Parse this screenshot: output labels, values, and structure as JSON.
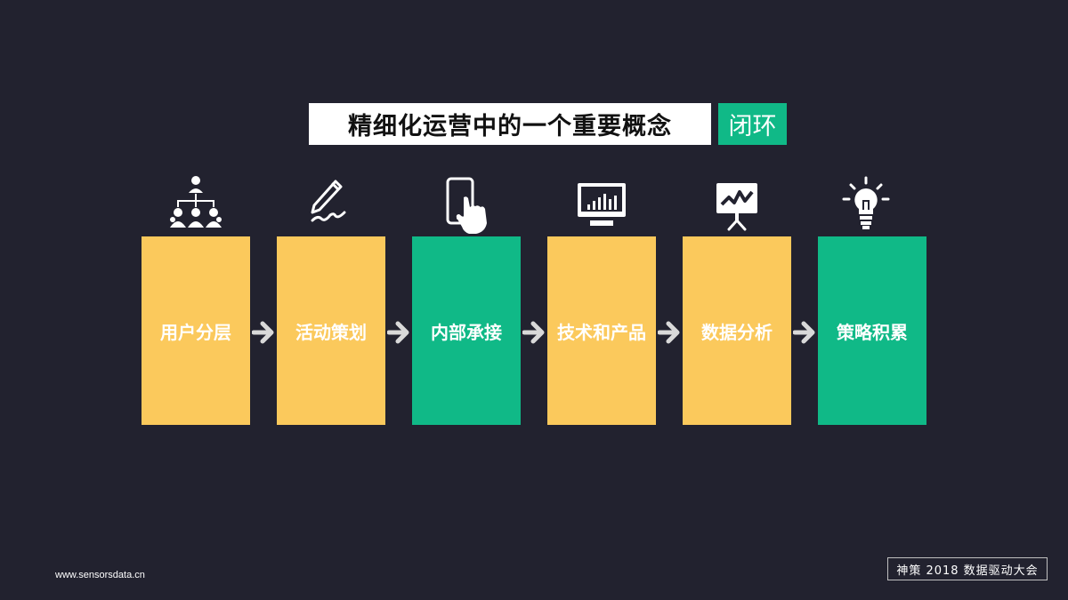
{
  "title": {
    "main": "精细化运营中的一个重要概念",
    "tag": "闭环"
  },
  "colors": {
    "background": "#22222f",
    "yellow": "#fbc95c",
    "green": "#10b987",
    "arrow": "#d9d9d9"
  },
  "steps": [
    {
      "label": "用户分层",
      "color": "#fbc95c",
      "icon": "org-chart-icon"
    },
    {
      "label": "活动策划",
      "color": "#fbc95c",
      "icon": "pen-signature-icon"
    },
    {
      "label": "内部承接",
      "color": "#10b987",
      "icon": "phone-touch-icon"
    },
    {
      "label": "技术和产品",
      "color": "#fbc95c",
      "icon": "monitor-bar-chart-icon"
    },
    {
      "label": "数据分析",
      "color": "#fbc95c",
      "icon": "presentation-line-chart-icon"
    },
    {
      "label": "策略积累",
      "color": "#10b987",
      "icon": "lightbulb-icon"
    }
  ],
  "footer": {
    "url": "www.sensorsdata.cn",
    "event": "神策 2018 数据驱动大会"
  }
}
